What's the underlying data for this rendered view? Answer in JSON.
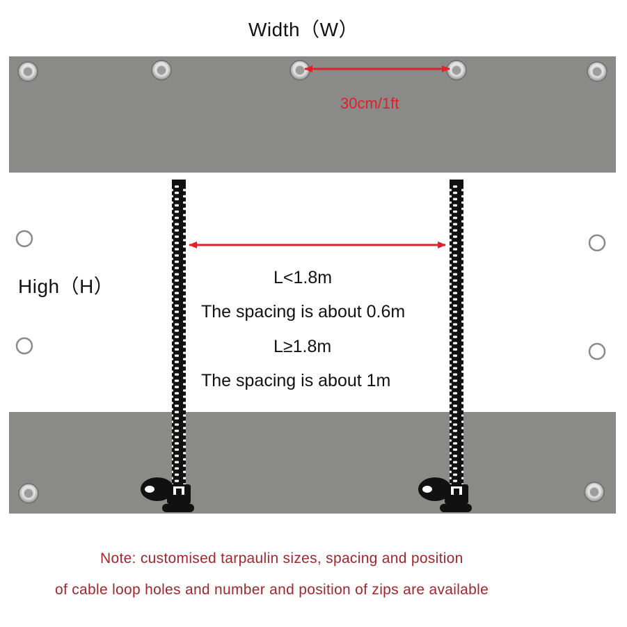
{
  "labels": {
    "width": "Width（W）",
    "height": "High（H）",
    "grommet_spacing": "30cm/1ft"
  },
  "zip_spacing_rules": [
    "L<1.8m",
    "The spacing is about 0.6m",
    "L≥1.8m",
    "The spacing is about 1m"
  ],
  "note": [
    "Note: customised tarpaulin sizes, spacing and position",
    "of cable loop holes and number and position of zips are available"
  ],
  "colors": {
    "tarp": "#8a8a88",
    "arrow": "#e0202a",
    "note_text": "#a3262a",
    "zip": "#111111"
  }
}
